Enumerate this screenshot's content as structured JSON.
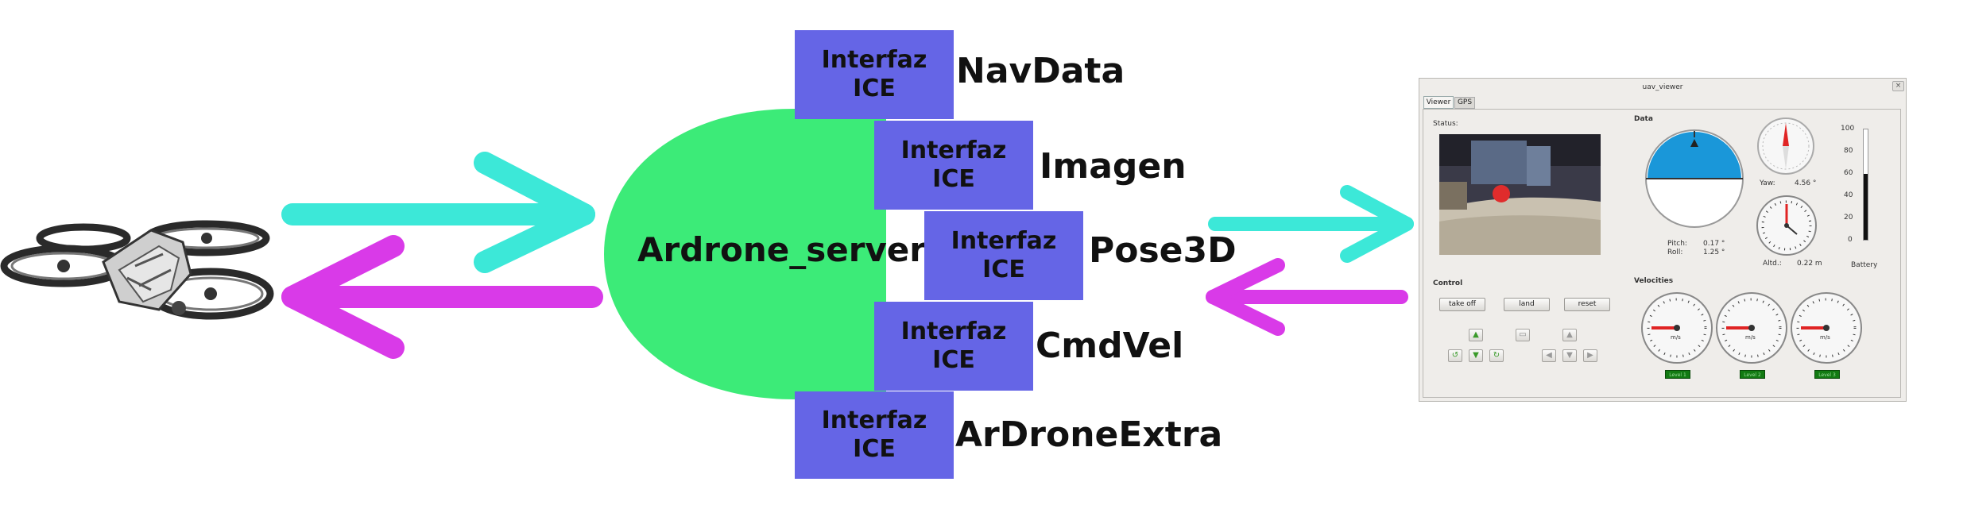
{
  "diagram": {
    "server_label": "Ardrone_server",
    "interfaces": [
      {
        "box_line1": "Interfaz",
        "box_line2": "ICE",
        "name": "NavData"
      },
      {
        "box_line1": "Interfaz",
        "box_line2": "ICE",
        "name": "Imagen"
      },
      {
        "box_line1": "Interfaz",
        "box_line2": "ICE",
        "name": "Pose3D"
      },
      {
        "box_line1": "Interfaz",
        "box_line2": "ICE",
        "name": "CmdVel"
      },
      {
        "box_line1": "Interfaz",
        "box_line2": "ICE",
        "name": "ArDroneExtra"
      }
    ],
    "colors": {
      "server": "#3ceb78",
      "interface_box": "#6565e6",
      "arrow_in": "#3ce8d8",
      "arrow_out": "#d93ae8"
    }
  },
  "viewer": {
    "title": "uav_viewer",
    "tabs": [
      "Viewer",
      "GPS"
    ],
    "status_label": "Status:",
    "data_label": "Data",
    "pitch_label": "Pitch:",
    "pitch_value": "0.17 °",
    "roll_label": "Roll:",
    "roll_value": "1.25 °",
    "yaw_label": "Yaw:",
    "yaw_value": "4.56 °",
    "altd_label": "Altd.:",
    "altd_value": "0.22 m",
    "battery_label": "Battery",
    "battery_ticks": [
      "100",
      "80",
      "60",
      "40",
      "20",
      "0"
    ],
    "battery_level": 0.6,
    "control_label": "Control",
    "buttons": [
      "take off",
      "land",
      "reset"
    ],
    "velocities_label": "Velocities",
    "speed_unit": "m/s",
    "level_labels": [
      "Level 1",
      "Level 2",
      "Level 3"
    ]
  }
}
